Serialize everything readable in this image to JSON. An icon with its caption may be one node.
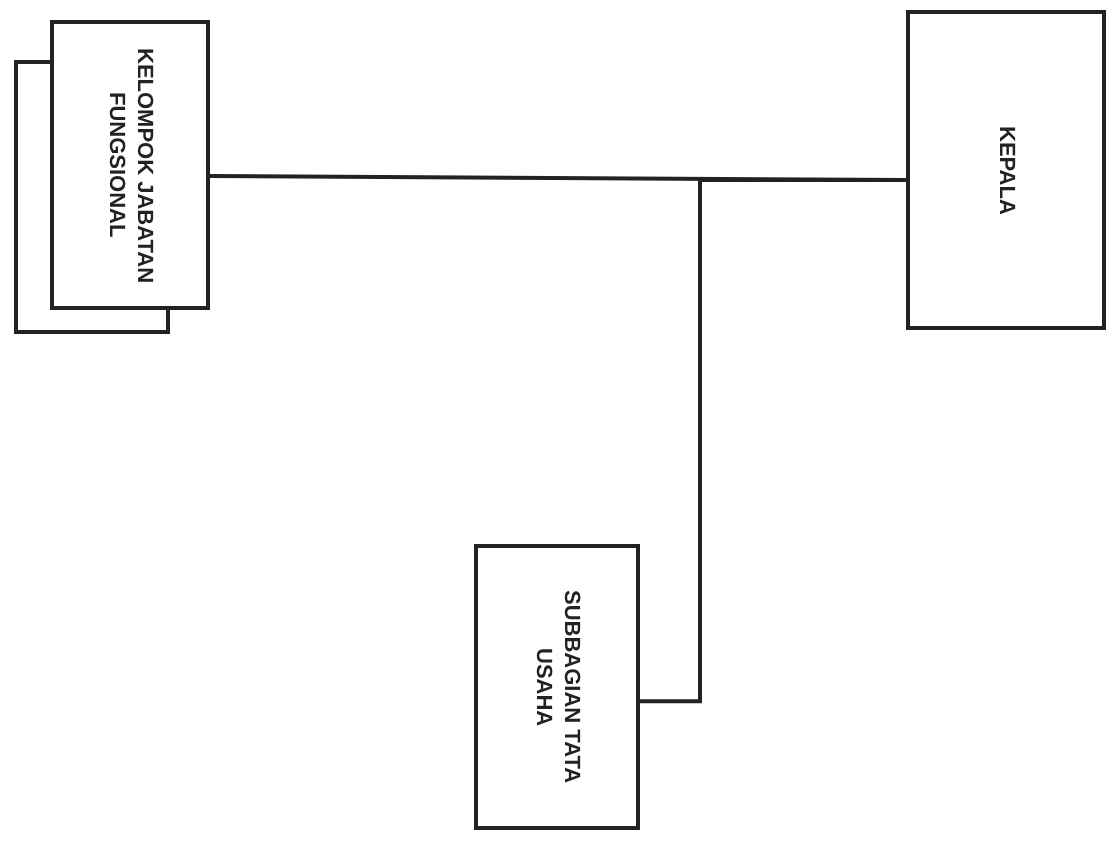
{
  "diagram": {
    "nodes": [
      {
        "text": [
          "KELOMPOK JABATAN FUNGSIONAL"
        ]
      },
      {
        "text": [
          "KEPALA"
        ]
      },
      {
        "text": [
          "SUBBAGIAN TATA USAHA"
        ]
      }
    ],
    "edges": [
      {
        "from": 1,
        "to": 0,
        "arrow": "none"
      },
      {
        "from": 1,
        "to": 2,
        "arrow": "none"
      }
    ]
  }
}
